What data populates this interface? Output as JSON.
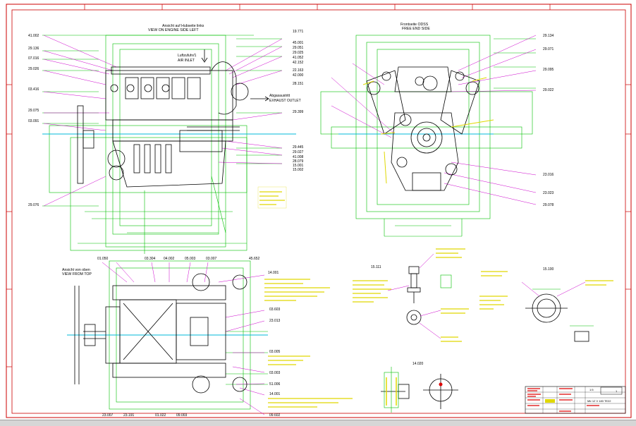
{
  "colors": {
    "frame": "#cc0000",
    "dims": "#00c000",
    "leader": "#cc00cc",
    "engine": "#000000",
    "note": "#e0d800",
    "axis": "#00b8d8",
    "titleblock_red": "#dd0000"
  },
  "view_side": {
    "caption1": "Ansicht auf Hubseite links",
    "caption2": "VIEW ON ENGINE SIDE LEFT",
    "air_inlet1": "Luftzufuhr/1",
    "air_inlet2": "AIR INLET",
    "exhaust1": "Abgasaustritt",
    "exhaust2": "EXHAUST OUTLET",
    "left_dims": [
      "41.002",
      "29.136",
      "07.016",
      "29.026",
      "03.416",
      "29.075",
      "03.091",
      "29.076"
    ],
    "right_dims": [
      "19.771",
      "45.001",
      "29.051",
      "29.025",
      "41.052",
      "42.152",
      "22.163",
      "42.000",
      "28.151"
    ],
    "right_lower_dims": [
      "29.399",
      "29.445",
      "29.027",
      "41.008",
      "28.079",
      "15.001",
      "15.002"
    ],
    "bottom_dims": [
      "01.050",
      "03.304",
      "04.002",
      "05.003",
      "03.007",
      "45.652"
    ]
  },
  "view_front": {
    "caption1": "Frontseite ODSS",
    "caption2": "FREE END SIDE",
    "right_dims": [
      "29.134",
      "29.071",
      "29.095",
      "29.022",
      "23.016",
      "23.023",
      "29.078"
    ]
  },
  "view_top": {
    "caption1": "Ansicht von oben",
    "caption2": "VIEW FROM TOP",
    "right_dims": [
      "14.001",
      "03.603",
      "23.013",
      "03.005",
      "03.003",
      "51.006",
      "14.001",
      "09.602"
    ],
    "bottom_dims": [
      "23.007",
      "23.191",
      "01.022",
      "09.003"
    ]
  },
  "details": {
    "d1": "15.111",
    "d2": "15.100",
    "d3": "14.020"
  },
  "titleblock": {
    "scale": "1:5",
    "sheet": "1",
    "drawing_no": "Mtr 12 V 183 TE22"
  }
}
